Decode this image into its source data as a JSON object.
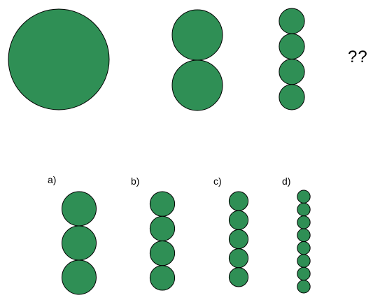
{
  "colors": {
    "circle_fill": "#2f8f55",
    "circle_stroke": "#000000"
  },
  "question_mark": "??",
  "sequence": [
    {
      "id": "seq-1",
      "circle_count": 1
    },
    {
      "id": "seq-2",
      "circle_count": 2
    },
    {
      "id": "seq-3",
      "circle_count": 4
    }
  ],
  "options": [
    {
      "id": "a",
      "label": "a)",
      "circle_count": 3
    },
    {
      "id": "b",
      "label": "b)",
      "circle_count": 4
    },
    {
      "id": "c",
      "label": "c)",
      "circle_count": 5
    },
    {
      "id": "d",
      "label": "d)",
      "circle_count": 8
    }
  ]
}
